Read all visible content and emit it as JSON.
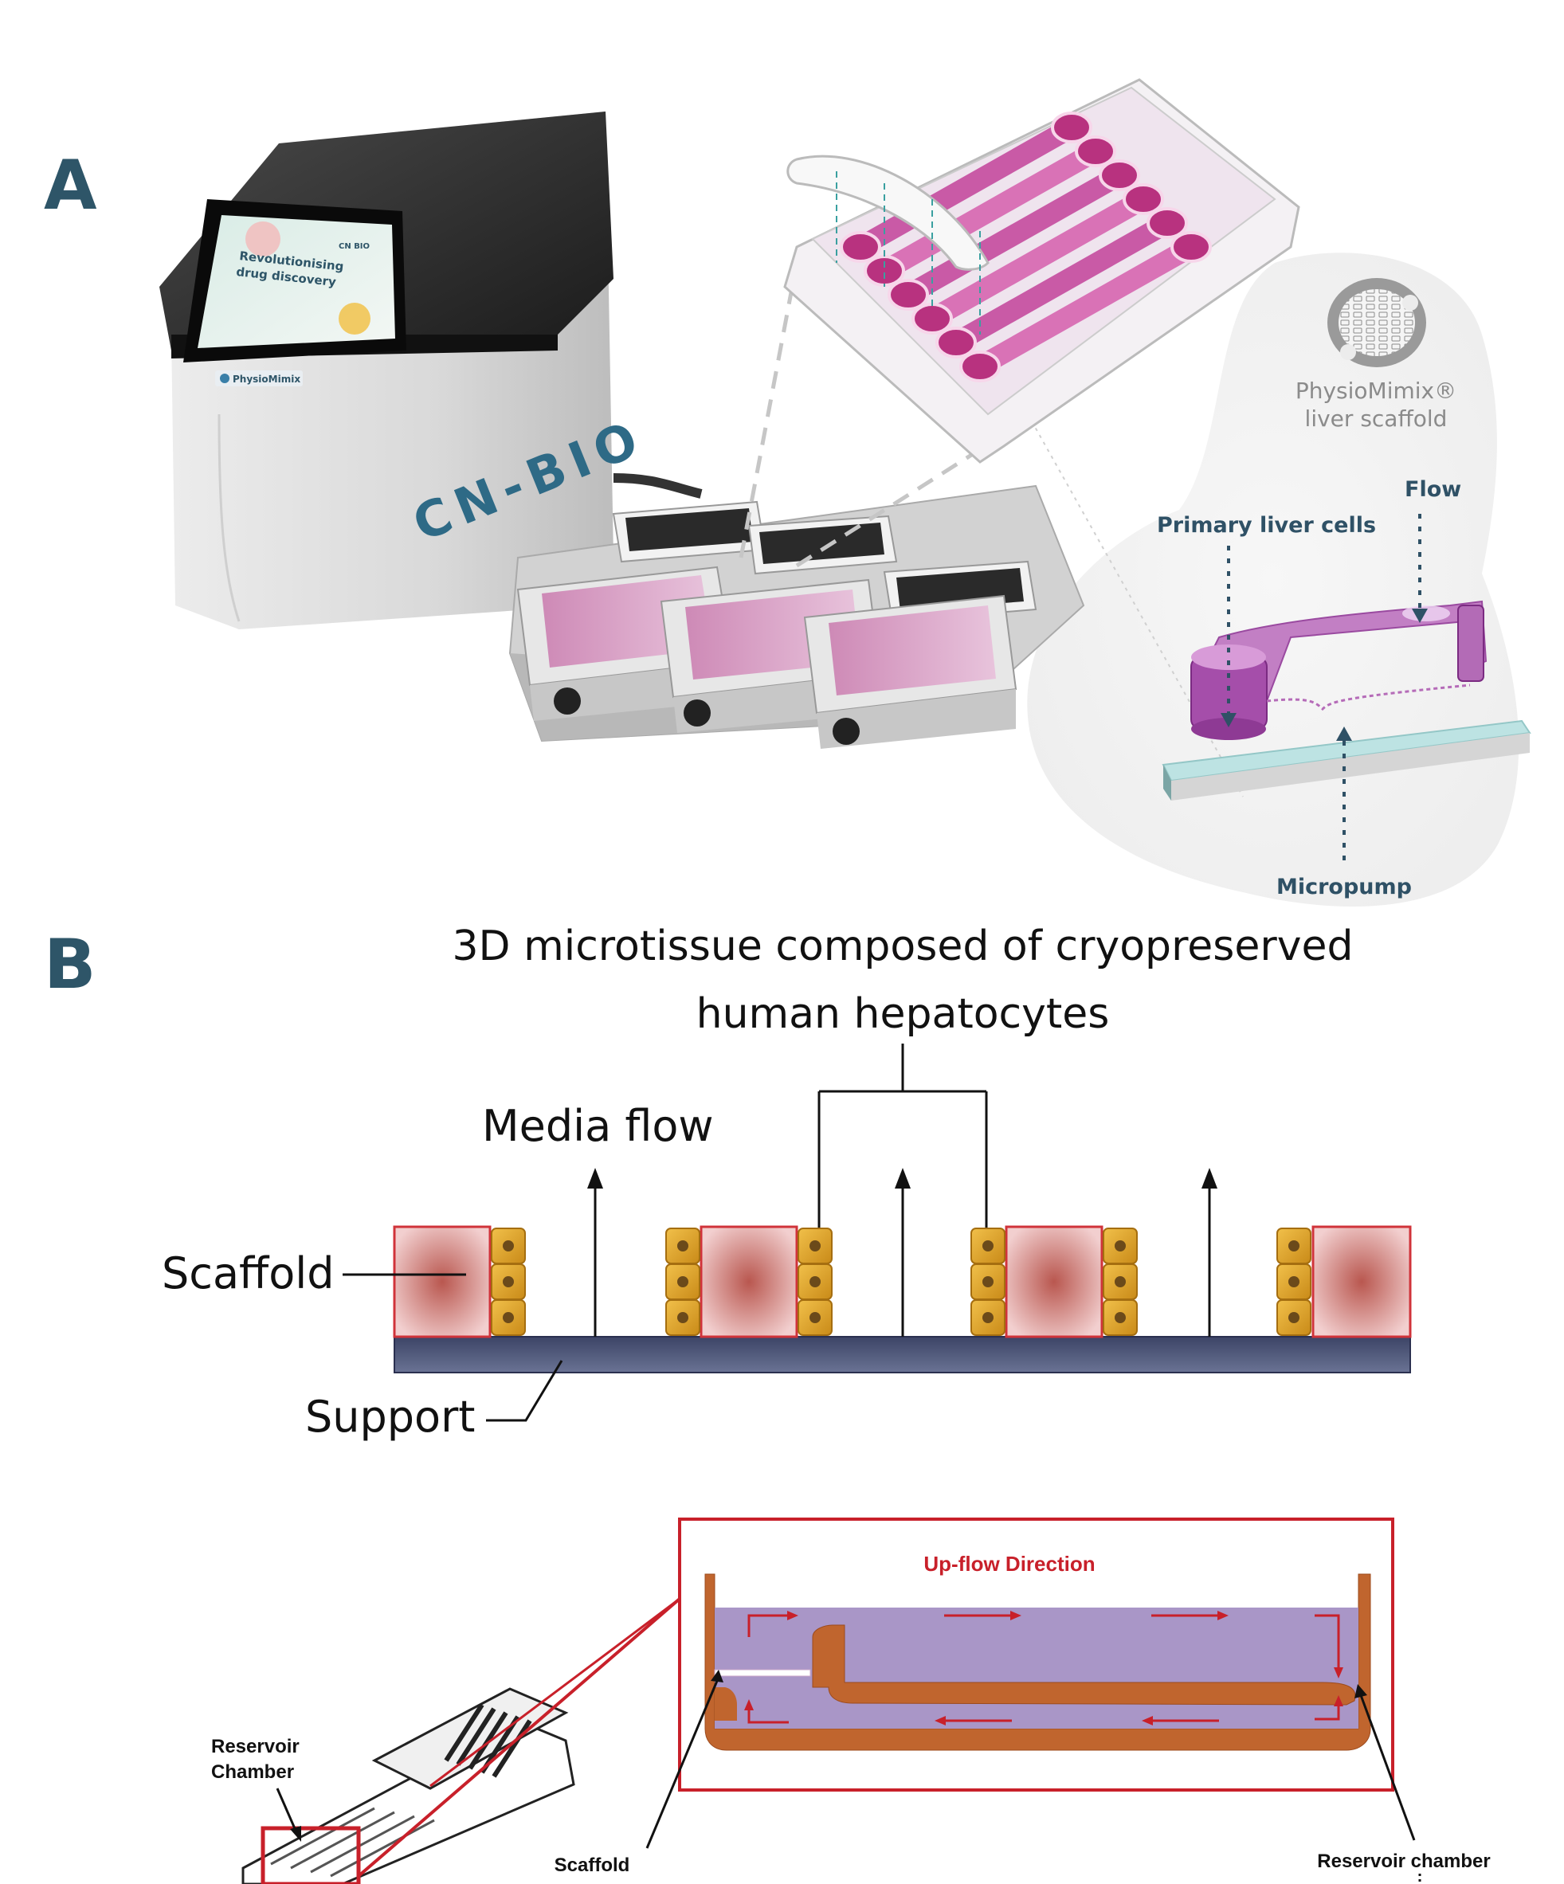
{
  "panels": {
    "a_letter": "A",
    "b_letter": "B"
  },
  "panel_a": {
    "instrument_brand": "CN-BIO",
    "screen_text_line1": "Revolutionising",
    "screen_text_line2": "drug discovery",
    "screen_logo": "CN BIO",
    "badge_text": "PhysioMimix",
    "scaffold_label_line1": "PhysioMimix®",
    "scaffold_label_line2": "liver scaffold",
    "flow_label": "Flow",
    "cells_label": "Primary liver cells",
    "micropump_label": "Micropump"
  },
  "panel_b": {
    "title_line1": "3D microtissue composed of cryopreserved",
    "title_line2": "human hepatocytes",
    "media_flow_label": "Media flow",
    "scaffold_label": "Scaffold",
    "support_label": "Support"
  },
  "panel_c": {
    "direction_label": "Up-flow Direction",
    "reservoir_label_line1": "Reservoir",
    "reservoir_label_line2": "Chamber",
    "scaffold_label": "Scaffold",
    "reservoir_chamber_label": "Reservoir chamber"
  },
  "colors": {
    "panel_letter": "#2e5568",
    "scaffold_block": "#c86f6b",
    "hepatocyte": "#e0a52a",
    "support_bar": "#4f5778",
    "chamber_fill": "#a996c7",
    "chamber_wall": "#c0652e",
    "highlight_box": "#c8202a",
    "well_pink": "#d35aa8"
  }
}
